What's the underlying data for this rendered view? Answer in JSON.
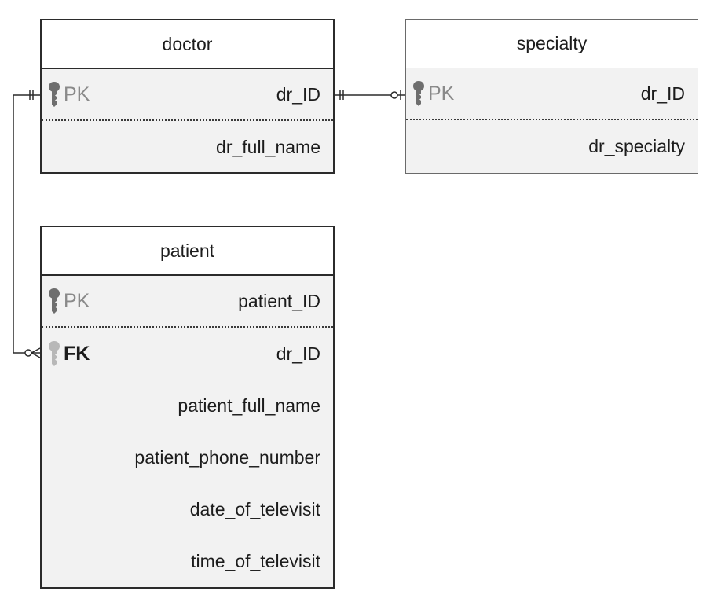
{
  "entities": {
    "doctor": {
      "title": "doctor",
      "pk": {
        "key": "PK",
        "field": "dr_ID"
      },
      "fields": [
        "dr_full_name"
      ]
    },
    "specialty": {
      "title": "specialty",
      "pk": {
        "key": "PK",
        "field": "dr_ID"
      },
      "fields": [
        "dr_specialty"
      ]
    },
    "patient": {
      "title": "patient",
      "pk": {
        "key": "PK",
        "field": "patient_ID"
      },
      "fk": {
        "key": "FK",
        "field": "dr_ID"
      },
      "fields": [
        "patient_full_name",
        "patient_phone_number",
        "date_of_televisit",
        "time_of_televisit"
      ]
    }
  },
  "relationships": [
    {
      "from": "doctor",
      "to": "specialty",
      "from_cardinality": "exactly-one",
      "to_cardinality": "zero-or-one"
    },
    {
      "from": "doctor",
      "to": "patient",
      "from_cardinality": "exactly-one",
      "to_cardinality": "zero-or-many"
    }
  ],
  "colors": {
    "border": "#2b2b2b",
    "body": "#f2f2f2",
    "header": "#ffffff",
    "pk_text": "#8a8a8a",
    "key_icon_dark": "#6e6e6e",
    "key_icon_light": "#b8b8b8"
  }
}
